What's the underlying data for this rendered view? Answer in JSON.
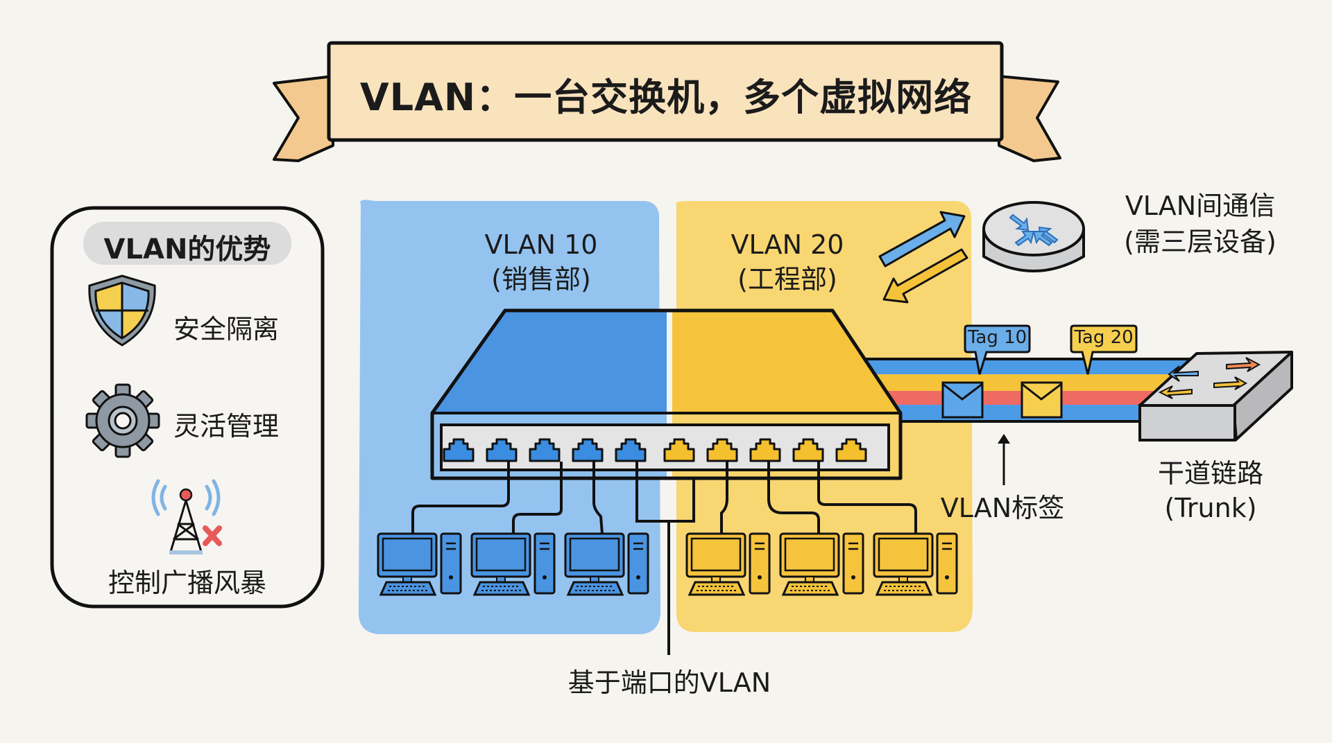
{
  "title": "VLAN：一台交换机，多个虚拟网络",
  "advantages_panel": {
    "heading": "VLAN的优势",
    "items": [
      {
        "icon": "shield-icon",
        "label": "安全隔离"
      },
      {
        "icon": "gear-icon",
        "label": "灵活管理"
      },
      {
        "icon": "broadcast-tower-blocked-icon",
        "label": "控制广播风暴"
      }
    ]
  },
  "vlans": [
    {
      "name": "VLAN 10",
      "dept": "(销售部)",
      "color": "#8ec0ef",
      "port_color": "#3a8de0",
      "ports": 5,
      "computers": 3
    },
    {
      "name": "VLAN 20",
      "dept": "(工程部)",
      "color": "#f8d46a",
      "port_color": "#f5c02e",
      "ports": 5,
      "computers": 3
    }
  ],
  "port_based_label": "基于端口的VLAN",
  "inter_vlan": {
    "line1": "VLAN间通信",
    "line2": "(需三层设备)"
  },
  "trunk": {
    "tags": [
      "Tag 10",
      "Tag 20"
    ],
    "tag_colors": [
      "#6aaeea",
      "#f7cf4f"
    ],
    "stripe_colors": [
      "#4c9be6",
      "#f5c33a",
      "#ef6a63",
      "#4c9be6"
    ],
    "vlan_tag_label": "VLAN标签",
    "link_label_line1": "干道链路",
    "link_label_line2": "(Trunk)"
  },
  "colors": {
    "background": "#f6f4ef",
    "banner": "#f8dcb0",
    "blue": "#4a94e2",
    "yellow": "#f6c33c",
    "red": "#e85a5a",
    "gray": "#cfd0d2"
  }
}
